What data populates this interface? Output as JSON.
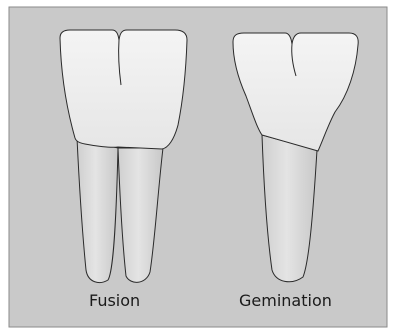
{
  "diagram": {
    "labels": {
      "fusion": "Fusion",
      "gemination": "Gemination"
    },
    "colors": {
      "background": "#c9c9c9",
      "panel_border": "#8a8a8a",
      "crown_fill": "#ededed",
      "root_fill": "#d7d7d7",
      "outline": "#2a2a2a"
    },
    "icons": {
      "fused-teeth": "two-crowns-two-roots-illustration",
      "geminated-tooth": "notched-crown-single-root-illustration"
    }
  }
}
